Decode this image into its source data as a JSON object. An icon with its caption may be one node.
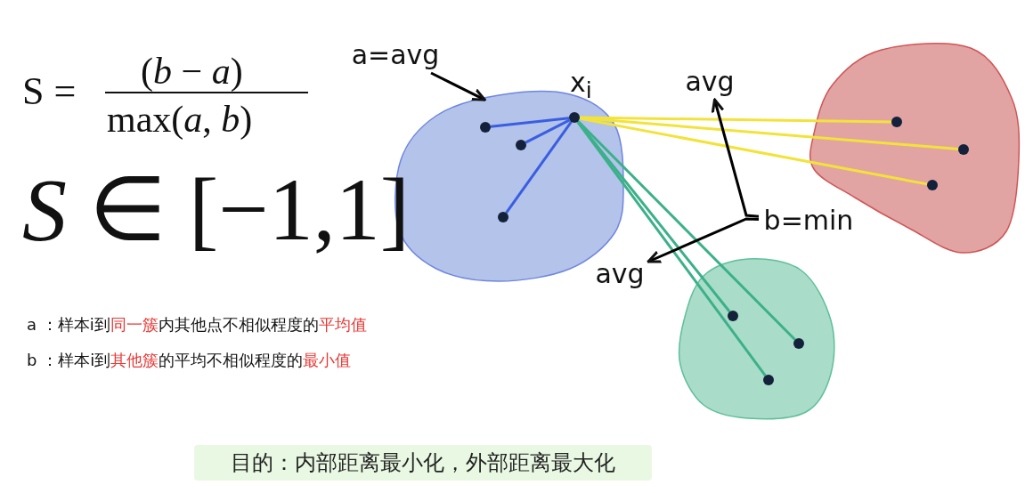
{
  "diagram": {
    "nodes": [
      {
        "text": [],
        "shape": "cloud"
      },
      {
        "text": [],
        "shape": "circle",
        "in": 0
      },
      {
        "text": [],
        "shape": "circle",
        "in": 0
      },
      {
        "text": [],
        "shape": "circle",
        "in": 0
      },
      {
        "text": [],
        "shape": "circle",
        "in": 0
      },
      {
        "text": [],
        "shape": "cloud"
      },
      {
        "text": [],
        "shape": "circle",
        "in": 5
      },
      {
        "text": [],
        "shape": "circle",
        "in": 5
      },
      {
        "text": [],
        "shape": "circle",
        "in": 5
      },
      {
        "text": [],
        "shape": "cloud"
      },
      {
        "text": [],
        "shape": "circle",
        "in": 9
      },
      {
        "text": [],
        "shape": "circle",
        "in": 9
      },
      {
        "text": [],
        "shape": "circle",
        "in": 9
      },
      {
        "text": [
          "a=avg"
        ]
      },
      {
        "text": [
          "b=min"
        ]
      },
      {
        "text": [
          "avg"
        ]
      },
      {
        "text": [
          "avg"
        ]
      },
      {
        "text": [
          "目的：内部距离最小化，外部距离最大化"
        ]
      }
    ],
    "edges": [
      {
        "from": 1,
        "to": 2,
        "arrow": "none",
        "color": "#3a5ee0"
      },
      {
        "from": 1,
        "to": 3,
        "arrow": "none",
        "color": "#3a5ee0"
      },
      {
        "from": 1,
        "to": 4,
        "arrow": "none",
        "color": "#3a5ee0"
      },
      {
        "from": 1,
        "to": 6,
        "arrow": "none",
        "color": "#f2e33a"
      },
      {
        "from": 1,
        "to": 7,
        "arrow": "none",
        "color": "#f2e33a"
      },
      {
        "from": 1,
        "to": 8,
        "arrow": "none",
        "color": "#f2e33a"
      },
      {
        "from": 1,
        "to": 10,
        "arrow": "none",
        "color": "#3cb08a"
      },
      {
        "from": 1,
        "to": 11,
        "arrow": "none",
        "color": "#3cb08a"
      },
      {
        "from": 1,
        "to": 12,
        "arrow": "none",
        "color": "#3cb08a"
      },
      {
        "from": 13,
        "to": 0,
        "arrow": "to",
        "color": "#000000"
      },
      {
        "from": 14,
        "to": 15,
        "arrow": "to",
        "color": "#000000"
      },
      {
        "from": 14,
        "to": 16,
        "arrow": "to",
        "color": "#000000"
      }
    ],
    "labels": [
      "S =",
      "(*b* − *a*)",
      "max(*a*, *b*)",
      "x$_{i}$",
      "*S* ∈ [−1,1]",
      "a ：样本i到**同一簇**内其他点不相似程度的**平均值**",
      "b ：样本i到**其他簇**的平均不相似程度的**最小值**"
    ]
  }
}
